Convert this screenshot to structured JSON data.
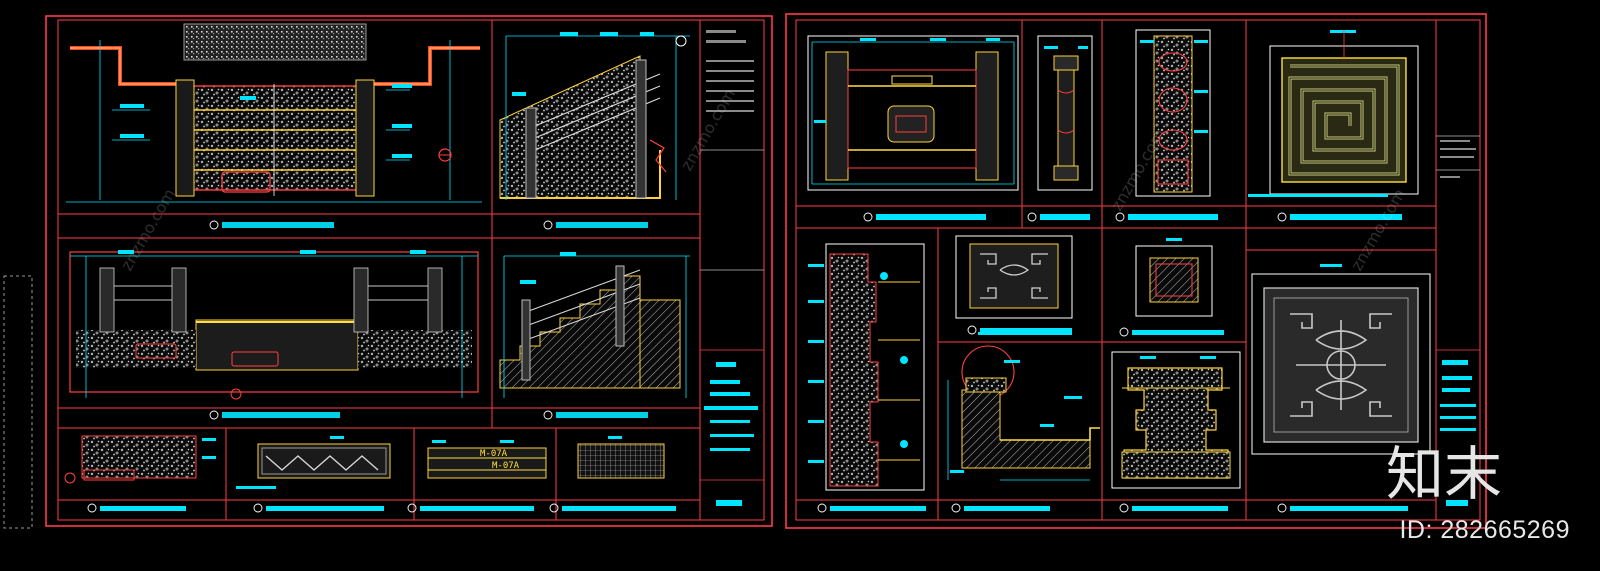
{
  "watermark": {
    "id_text": "ID: 282665269",
    "logo_text": "知末",
    "site_text": "znzmo.com"
  },
  "sheets": [
    {
      "id": "sheet-left",
      "panels": [
        {
          "type": "plan",
          "title": "①夹层三景墙步平面详图"
        },
        {
          "type": "stair-section",
          "title": "②夹层三景墙侧立面详图"
        },
        {
          "type": "elevation",
          "title": "③夹层三景墙正立面详图"
        },
        {
          "type": "stair-elevation",
          "title": "④夹层三景墙剖面详图"
        },
        {
          "type": "strip-stone",
          "title": "⑤夹层三景墙节点大样图"
        },
        {
          "type": "strip-pattern",
          "title": "⑥夹层三景墙步台纹样大样图"
        },
        {
          "type": "strip-label",
          "title": "⑦夹层三景墙步立面大样图"
        },
        {
          "type": "strip-grid",
          "title": "⑧夹层三景墙步平面大样图"
        }
      ],
      "strip_label_text": "M-07A"
    },
    {
      "id": "sheet-right",
      "panels": [
        {
          "type": "railing",
          "title": "①夹层三景墙栏杆立面详图"
        },
        {
          "type": "column",
          "title": "②栏杆柱详图"
        },
        {
          "type": "post",
          "title": "③夹层三景墙柱头大样图"
        },
        {
          "type": "maze",
          "title": "④夹层三景墙地面铺装大样图"
        },
        {
          "type": "tall-section",
          "title": "⑤夹层三景墙剖面详图"
        },
        {
          "type": "panel-pattern",
          "title": "⑥夹层三景墙栏板纹样图"
        },
        {
          "type": "small-box",
          "title": "⑦夹层三景墙柱节点图"
        },
        {
          "type": "corner-section",
          "title": "⑧夹层三景墙节点大样图"
        },
        {
          "type": "pedestal",
          "title": "⑨夹层三景墙柱础大样图"
        },
        {
          "type": "big-pattern",
          "title": "⑩夹层三景墙地面拼花大样图"
        }
      ]
    }
  ]
}
